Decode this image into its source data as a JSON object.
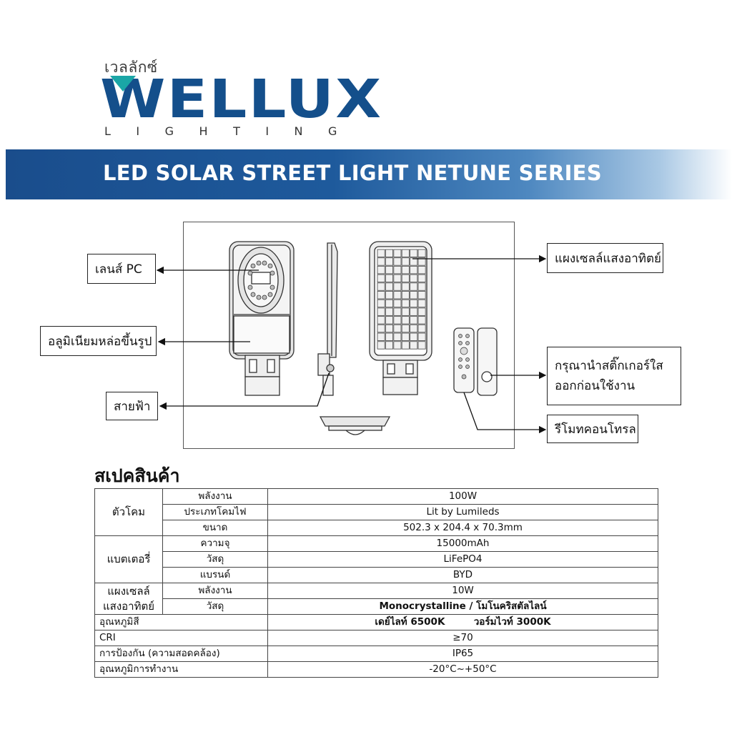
{
  "brand": {
    "thai_name": "เวลลักซ์",
    "wordmark": "WELLUX",
    "subtitle": "LIGHTING",
    "colors": {
      "primary": "#144f8b",
      "accent": "#1aa6a6"
    }
  },
  "banner": {
    "title": "LED SOLAR STREET LIGHT NETUNE SERIES"
  },
  "diagram": {
    "callouts": {
      "lens": "เลนส์ PC",
      "aluminum": "อลูมิเนียมหล่อขึ้นรูป",
      "wire": "สายฟ้า",
      "solar_panel": "แผงเซลล์แสงอาทิตย์",
      "sticker_line1": "กรุณานำสติ๊กเกอร์ใส",
      "sticker_line2": "ออกก่อนใช้งาน",
      "remote": "รีโมทคอนโทรล"
    }
  },
  "spec": {
    "heading": "สเปคสินค้า",
    "groups": {
      "fixture": "ตัวโคม",
      "battery": "แบตเตอรี่",
      "panel_line1": "แผงเซลล์",
      "panel_line2": "แสงอาทิตย์"
    },
    "rows": {
      "fixture_power": {
        "label": "พลังงาน",
        "value": "100W"
      },
      "fixture_type": {
        "label": "ประเภทโคมไฟ",
        "value": "Lit by Lumileds"
      },
      "fixture_size": {
        "label": "ขนาด",
        "value": "502.3 x 204.4 x 70.3mm"
      },
      "battery_capacity": {
        "label": "ความจุ",
        "value": "15000mAh"
      },
      "battery_material": {
        "label": "วัสดุ",
        "value": "LiFePO4"
      },
      "battery_brand": {
        "label": "แบรนด์",
        "value": "BYD"
      },
      "panel_power": {
        "label": "พลังงาน",
        "value": "10W"
      },
      "panel_material": {
        "label": "วัสดุ",
        "value": "Monocrystalline / โมโนคริสตัลไลน์"
      },
      "cct": {
        "label": "อุณหภูมิสี",
        "value_day": "เดย์ไลท์ 6500K",
        "value_warm": "วอร์มไวท์ 3000K"
      },
      "cri": {
        "label": "CRI",
        "value": "≥70"
      },
      "protection": {
        "label": "การป้องกัน (ความสอดคล้อง)",
        "value": "IP65"
      },
      "operating_temp": {
        "label": "อุณหภูมิการทำงาน",
        "value": "-20°C~+50°C"
      }
    }
  }
}
